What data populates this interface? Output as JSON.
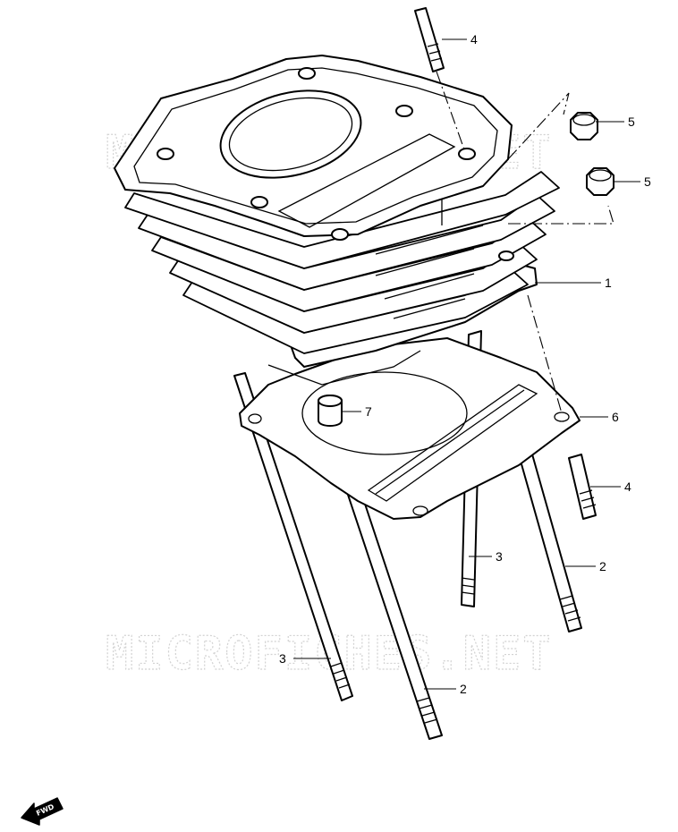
{
  "watermark": "MICROFICHES.NET",
  "fwd_label": "FWD",
  "callouts": {
    "c1": "1",
    "c2a": "2",
    "c2b": "2",
    "c3a": "3",
    "c3b": "3",
    "c4a": "4",
    "c4b": "4",
    "c5a": "5",
    "c5b": "5",
    "c6": "6",
    "c7": "7"
  }
}
